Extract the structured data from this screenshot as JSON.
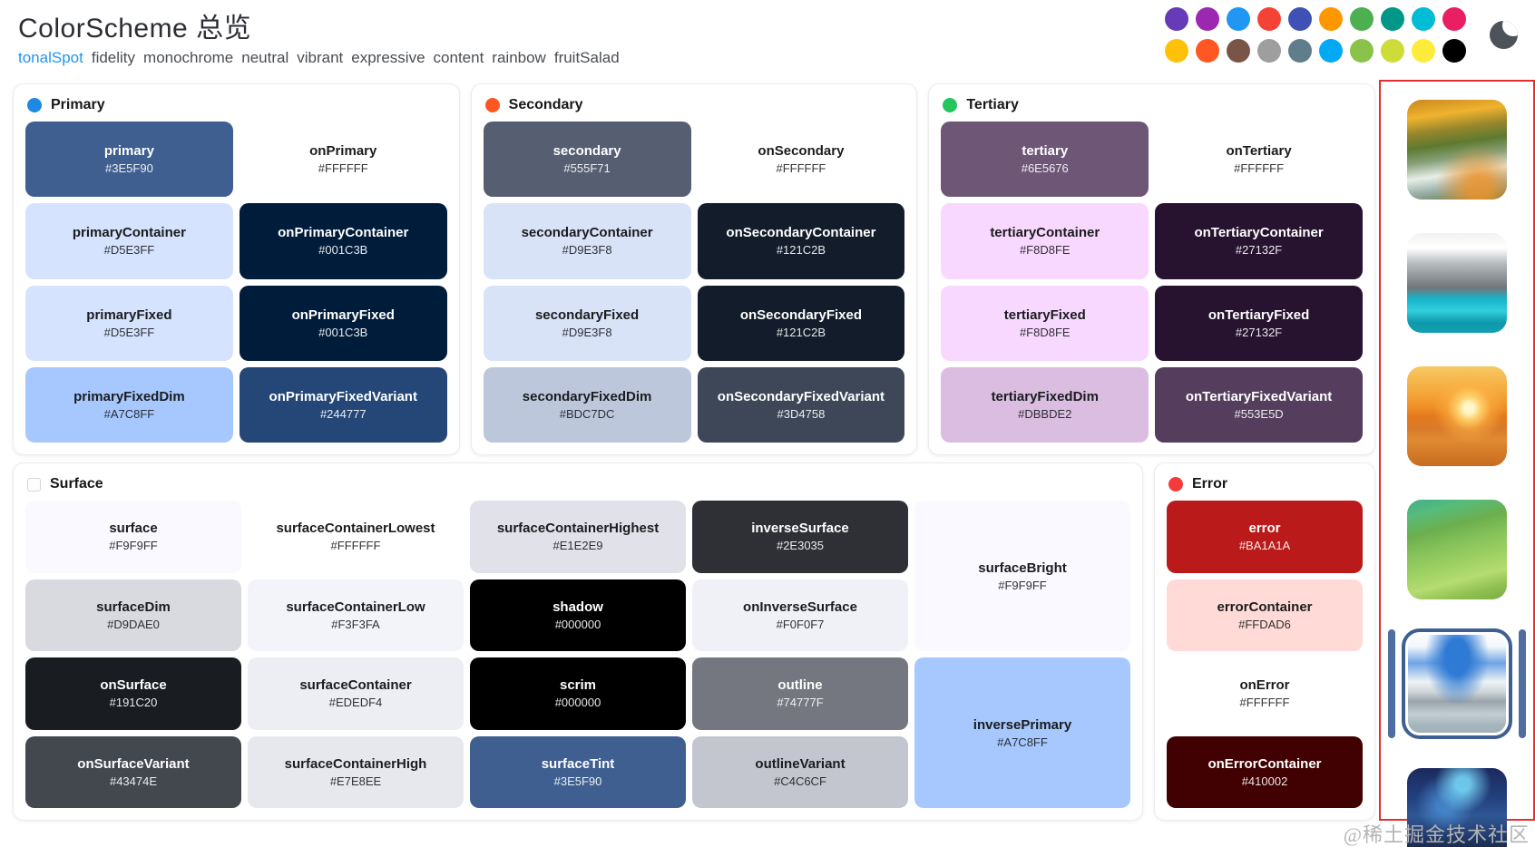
{
  "header": {
    "title": "ColorScheme 总览",
    "variants": [
      {
        "label": "tonalSpot",
        "active": true
      },
      {
        "label": "fidelity",
        "active": false
      },
      {
        "label": "monochrome",
        "active": false
      },
      {
        "label": "neutral",
        "active": false
      },
      {
        "label": "vibrant",
        "active": false
      },
      {
        "label": "expressive",
        "active": false
      },
      {
        "label": "content",
        "active": false
      },
      {
        "label": "rainbow",
        "active": false
      },
      {
        "label": "fruitSalad",
        "active": false
      }
    ],
    "seed_colors": [
      [
        "#673AB7",
        "#9C27B0",
        "#2196F3",
        "#F44336",
        "#3F51B5",
        "#FF9800",
        "#4CAF50",
        "#009688",
        "#00BCD4",
        "#E91E63"
      ],
      [
        "#FFC107",
        "#FF5722",
        "#795548",
        "#9E9E9E",
        "#607D8B",
        "#03A9F4",
        "#8BC34A",
        "#CDDC39",
        "#FFEB3B",
        "#000000"
      ]
    ],
    "theme_toggle_icon": "moon-icon"
  },
  "colors": {
    "accent_link": "#2196F3",
    "gallery_border": "#E62E2E",
    "selection": "#3E5F90"
  },
  "cards": [
    {
      "id": "primary",
      "title": "Primary",
      "dot": "#1E88E5",
      "layout": "two-col",
      "cells": [
        {
          "name": "primary",
          "hex": "#3E5F90",
          "fg": "#FFFFFF"
        },
        {
          "name": "onPrimary",
          "hex": "#FFFFFF",
          "fg": "#1A1C1E"
        },
        {
          "name": "primaryContainer",
          "hex": "#D5E3FF",
          "fg": "#1A1C1E"
        },
        {
          "name": "onPrimaryContainer",
          "hex": "#001C3B",
          "fg": "#FFFFFF"
        },
        {
          "name": "primaryFixed",
          "hex": "#D5E3FF",
          "fg": "#1A1C1E"
        },
        {
          "name": "onPrimaryFixed",
          "hex": "#001C3B",
          "fg": "#FFFFFF"
        },
        {
          "name": "primaryFixedDim",
          "hex": "#A7C8FF",
          "fg": "#1A1C1E"
        },
        {
          "name": "onPrimaryFixedVariant",
          "hex": "#244777",
          "fg": "#FFFFFF"
        }
      ]
    },
    {
      "id": "secondary",
      "title": "Secondary",
      "dot": "#FF5722",
      "layout": "two-col",
      "cells": [
        {
          "name": "secondary",
          "hex": "#555F71",
          "fg": "#FFFFFF"
        },
        {
          "name": "onSecondary",
          "hex": "#FFFFFF",
          "fg": "#1A1C1E"
        },
        {
          "name": "secondaryContainer",
          "hex": "#D9E3F8",
          "fg": "#1A1C1E"
        },
        {
          "name": "onSecondaryContainer",
          "hex": "#121C2B",
          "fg": "#FFFFFF"
        },
        {
          "name": "secondaryFixed",
          "hex": "#D9E3F8",
          "fg": "#1A1C1E"
        },
        {
          "name": "onSecondaryFixed",
          "hex": "#121C2B",
          "fg": "#FFFFFF"
        },
        {
          "name": "secondaryFixedDim",
          "hex": "#BDC7DC",
          "fg": "#1A1C1E"
        },
        {
          "name": "onSecondaryFixedVariant",
          "hex": "#3D4758",
          "fg": "#FFFFFF"
        }
      ]
    },
    {
      "id": "tertiary",
      "title": "Tertiary",
      "dot": "#22C55E",
      "layout": "two-col",
      "cells": [
        {
          "name": "tertiary",
          "hex": "#6E5676",
          "fg": "#FFFFFF"
        },
        {
          "name": "onTertiary",
          "hex": "#FFFFFF",
          "fg": "#1A1C1E"
        },
        {
          "name": "tertiaryContainer",
          "hex": "#F8D8FE",
          "fg": "#1A1C1E"
        },
        {
          "name": "onTertiaryContainer",
          "hex": "#27132F",
          "fg": "#FFFFFF"
        },
        {
          "name": "tertiaryFixed",
          "hex": "#F8D8FE",
          "fg": "#1A1C1E"
        },
        {
          "name": "onTertiaryFixed",
          "hex": "#27132F",
          "fg": "#FFFFFF"
        },
        {
          "name": "tertiaryFixedDim",
          "hex": "#DBBDE2",
          "fg": "#1A1C1E"
        },
        {
          "name": "onTertiaryFixedVariant",
          "hex": "#553E5D",
          "fg": "#FFFFFF"
        }
      ]
    },
    {
      "id": "surface",
      "title": "Surface",
      "dot": "outline",
      "layout": "surface",
      "cells": [
        {
          "name": "surface",
          "hex": "#F9F9FF",
          "fg": "#1A1C1E"
        },
        {
          "name": "surfaceDim",
          "hex": "#D9DAE0",
          "fg": "#1A1C1E"
        },
        {
          "name": "onSurface",
          "hex": "#191C20",
          "fg": "#FFFFFF"
        },
        {
          "name": "onSurfaceVariant",
          "hex": "#43474E",
          "fg": "#FFFFFF"
        },
        {
          "name": "surfaceContainerLowest",
          "hex": "#FFFFFF",
          "fg": "#1A1C1E"
        },
        {
          "name": "surfaceContainerLow",
          "hex": "#F3F3FA",
          "fg": "#1A1C1E"
        },
        {
          "name": "surfaceContainer",
          "hex": "#EDEDF4",
          "fg": "#1A1C1E"
        },
        {
          "name": "surfaceContainerHigh",
          "hex": "#E7E8EE",
          "fg": "#1A1C1E"
        },
        {
          "name": "surfaceContainerHighest",
          "hex": "#E1E2E9",
          "fg": "#1A1C1E"
        },
        {
          "name": "shadow",
          "hex": "#000000",
          "fg": "#FFFFFF"
        },
        {
          "name": "scrim",
          "hex": "#000000",
          "fg": "#FFFFFF"
        },
        {
          "name": "surfaceTint",
          "hex": "#3E5F90",
          "fg": "#FFFFFF"
        },
        {
          "name": "inverseSurface",
          "hex": "#2E3035",
          "fg": "#FFFFFF"
        },
        {
          "name": "onInverseSurface",
          "hex": "#F0F0F7",
          "fg": "#1A1C1E"
        },
        {
          "name": "outline",
          "hex": "#74777F",
          "fg": "#FFFFFF"
        },
        {
          "name": "outlineVariant",
          "hex": "#C4C6CF",
          "fg": "#1A1C1E"
        },
        {
          "name": "surfaceBright",
          "hex": "#F9F9FF",
          "fg": "#1A1C1E",
          "tall": true
        },
        {
          "name": "inversePrimary",
          "hex": "#A7C8FF",
          "fg": "#1A1C1E",
          "tall": true
        }
      ]
    },
    {
      "id": "error",
      "title": "Error",
      "dot": "#F43B3B",
      "layout": "one-col",
      "cells": [
        {
          "name": "error",
          "hex": "#BA1A1A",
          "fg": "#FFFFFF"
        },
        {
          "name": "errorContainer",
          "hex": "#FFDAD6",
          "fg": "#1A1C1E"
        },
        {
          "name": "onError",
          "hex": "#FFFFFF",
          "fg": "#1A1C1E"
        },
        {
          "name": "onErrorContainer",
          "hex": "#410002",
          "fg": "#FFFFFF"
        }
      ]
    }
  ],
  "gallery": {
    "items": [
      {
        "name": "autumn-forest-stream",
        "selected": false
      },
      {
        "name": "snow-mountain-teal-lake",
        "selected": false
      },
      {
        "name": "sunset-over-water",
        "selected": false
      },
      {
        "name": "green-pond-lilies",
        "selected": false
      },
      {
        "name": "blue-sky-snow-mountain-lake",
        "selected": true
      },
      {
        "name": "fantasy-night-mountains",
        "selected": false
      }
    ]
  },
  "watermark": "@稀土掘金技术社区"
}
